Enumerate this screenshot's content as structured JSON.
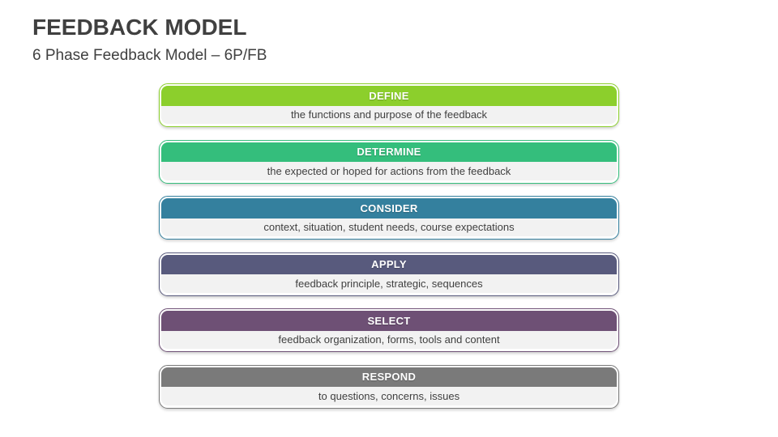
{
  "slide": {
    "title": "FEEDBACK MODEL",
    "subtitle": "6 Phase Feedback Model – 6P/FB"
  },
  "phases": [
    {
      "label": "DEFINE",
      "description": "the functions and purpose of the feedback",
      "color": "#8CCF2C"
    },
    {
      "label": "DETERMINE",
      "description": "the expected or hoped for actions from the feedback",
      "color": "#34BE7C"
    },
    {
      "label": "CONSIDER",
      "description": "context, situation, student needs, course expectations",
      "color": "#34809E"
    },
    {
      "label": "APPLY",
      "description": "feedback principle, strategic, sequences",
      "color": "#585A7D"
    },
    {
      "label": "SELECT",
      "description": "feedback organization, forms, tools and content",
      "color": "#6E5075"
    },
    {
      "label": "RESPOND",
      "description": "to questions, concerns, issues",
      "color": "#7A7A7A"
    }
  ],
  "colors": {
    "body_background": "#F2F2F2",
    "text": "#404040",
    "header_text": "#FFFFFF"
  }
}
